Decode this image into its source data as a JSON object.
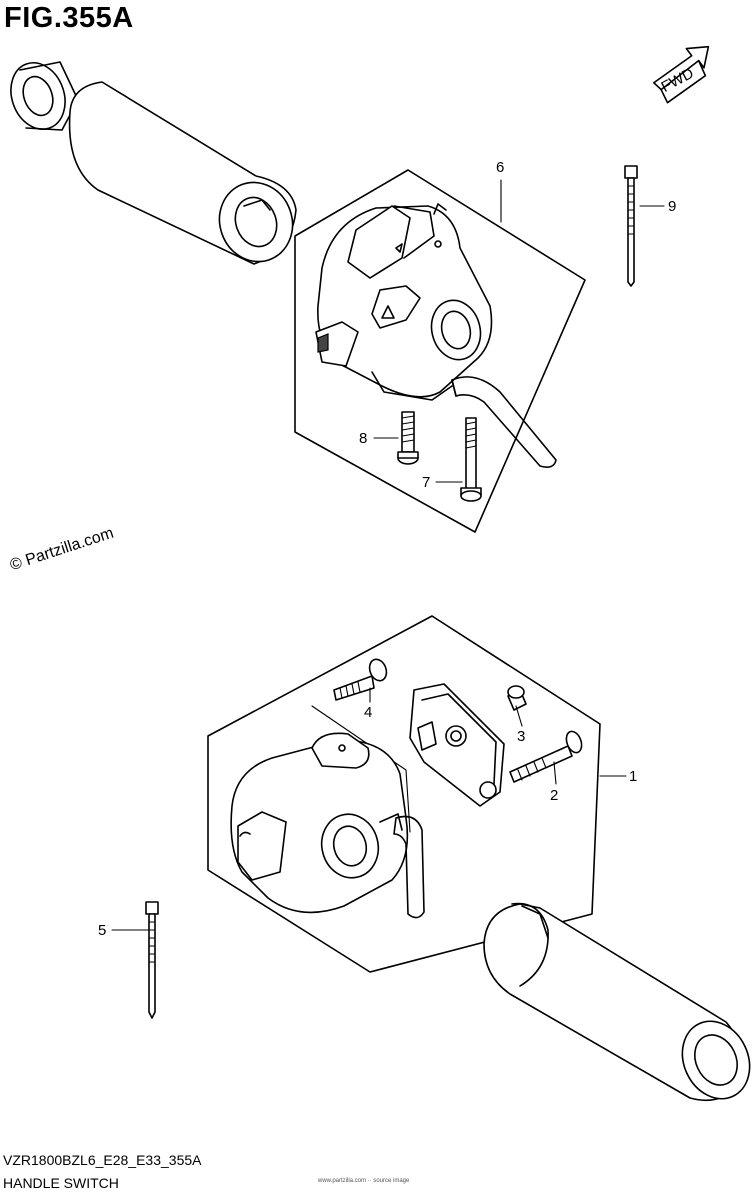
{
  "figure": {
    "title": "FIG.355A",
    "fwd_label": "FWD",
    "watermark": "© Partzilla.com",
    "code": "VZR1800BZL6_E28_E33_355A",
    "subtitle": "HANDLE SWITCH",
    "fine_print": "www.partzilla.com ·· source image"
  },
  "callouts": [
    {
      "id": "1",
      "label": "1"
    },
    {
      "id": "2",
      "label": "2"
    },
    {
      "id": "3",
      "label": "3"
    },
    {
      "id": "4",
      "label": "4"
    },
    {
      "id": "5",
      "label": "5"
    },
    {
      "id": "6",
      "label": "6"
    },
    {
      "id": "7",
      "label": "7"
    },
    {
      "id": "8",
      "label": "8"
    },
    {
      "id": "9",
      "label": "9"
    }
  ]
}
